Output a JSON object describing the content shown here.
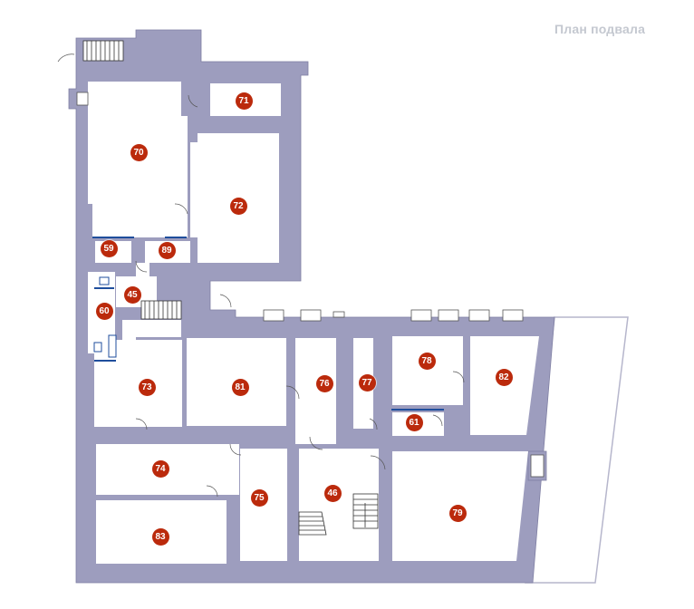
{
  "map": {
    "title": "План подвала",
    "colors": {
      "wall": "#9d9dbe",
      "wall_edge": "#7f7fa3",
      "floor": "#ffffff",
      "marker": "#bb2a0c",
      "marker_text": "#ffffff",
      "fixture": "#1f4e9c",
      "title": "#c4c8d0"
    },
    "rooms": [
      {
        "number": "70"
      },
      {
        "number": "71"
      },
      {
        "number": "72"
      },
      {
        "number": "59"
      },
      {
        "number": "89"
      },
      {
        "number": "45"
      },
      {
        "number": "60"
      },
      {
        "number": "73"
      },
      {
        "number": "81"
      },
      {
        "number": "76"
      },
      {
        "number": "77"
      },
      {
        "number": "78"
      },
      {
        "number": "82"
      },
      {
        "number": "61"
      },
      {
        "number": "74"
      },
      {
        "number": "75"
      },
      {
        "number": "46"
      },
      {
        "number": "79"
      },
      {
        "number": "83"
      }
    ]
  }
}
